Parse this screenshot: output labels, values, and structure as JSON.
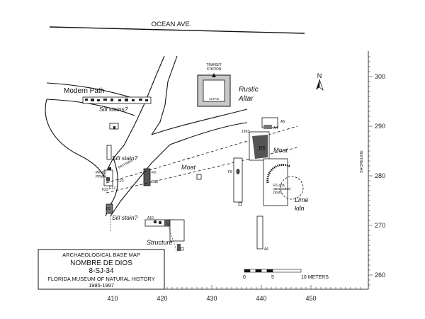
{
  "street": {
    "name": "OCEAN AVE."
  },
  "shoreline": {
    "label": "SHORELINE"
  },
  "features": {
    "modern_path": "Modern Path",
    "rustic_altar_line1": "Rustic",
    "rustic_altar_line2": "Altar",
    "altar_inner": "ALTAR",
    "transit_station_line1": "TRANSIT",
    "transit_station_line2": "STATION",
    "moat_left": "Moat",
    "moat_right": "Moat",
    "lime_kiln_line1": "Lime",
    "lime_kiln_line2": "kiln",
    "structure": "Structure",
    "sill_stains_top": "Sill stains?",
    "sill_stain_mid": "Sill stain?",
    "sill_stain_low": "Sill stain?",
    "pathway": "PATHWAY",
    "f5_note_line1": "F5 and",
    "f5_note_line2": "associated",
    "f5_note_line3": "posts"
  },
  "feature_tags": {
    "f9": "F9",
    "f8": "F8",
    "b5": "B5",
    "a4": "A4",
    "a5": "A5",
    "a6": "A6",
    "f22": "F22",
    "year1993": "1993",
    "a10": "A10",
    "d12": "D12",
    "ppm1": "PPM 3",
    "ppm2": "PPM 4",
    "f23": "F23",
    "e12": "E12",
    "b3": "B3"
  },
  "north": {
    "label": "N"
  },
  "scale_bar": {
    "start": "0",
    "mid": "5",
    "end": "10 METERS",
    "length_m": 10
  },
  "title_block": {
    "line1": "ARCHAEOLOGICAL BASE MAP",
    "line2": "NOMBRE DE DIOS",
    "line3": "8-SJ-34",
    "line4": "FLORIDA MUSEUM OF NATURAL HISTORY",
    "line5": "1985-1997"
  },
  "grid": {
    "x_ticks": [
      "410",
      "420",
      "430",
      "440",
      "450"
    ],
    "y_ticks": [
      "300",
      "290",
      "280",
      "270",
      "260"
    ]
  }
}
